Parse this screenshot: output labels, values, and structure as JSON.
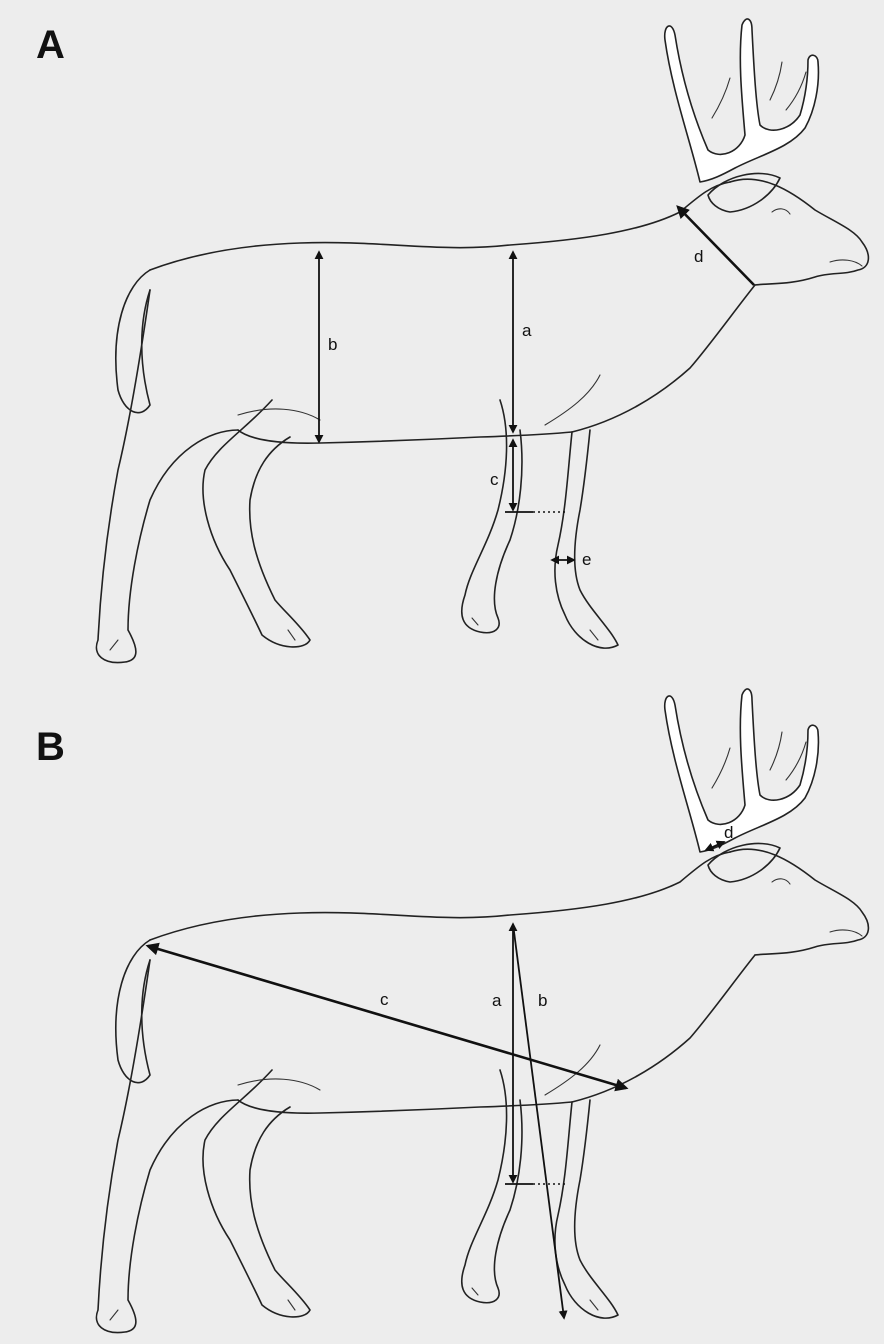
{
  "figure": {
    "panels": [
      {
        "letter": "A",
        "measurements": [
          {
            "id": "a",
            "label": "a"
          },
          {
            "id": "b",
            "label": "b"
          },
          {
            "id": "c",
            "label": "c"
          },
          {
            "id": "d",
            "label": "d"
          },
          {
            "id": "e",
            "label": "e"
          }
        ]
      },
      {
        "letter": "B",
        "measurements": [
          {
            "id": "a",
            "label": "a"
          },
          {
            "id": "b",
            "label": "b"
          },
          {
            "id": "c",
            "label": "c"
          },
          {
            "id": "d",
            "label": "d"
          }
        ]
      }
    ]
  },
  "colors": {
    "background": "#ededed",
    "outline": "#222222",
    "measure_line": "#111111"
  }
}
